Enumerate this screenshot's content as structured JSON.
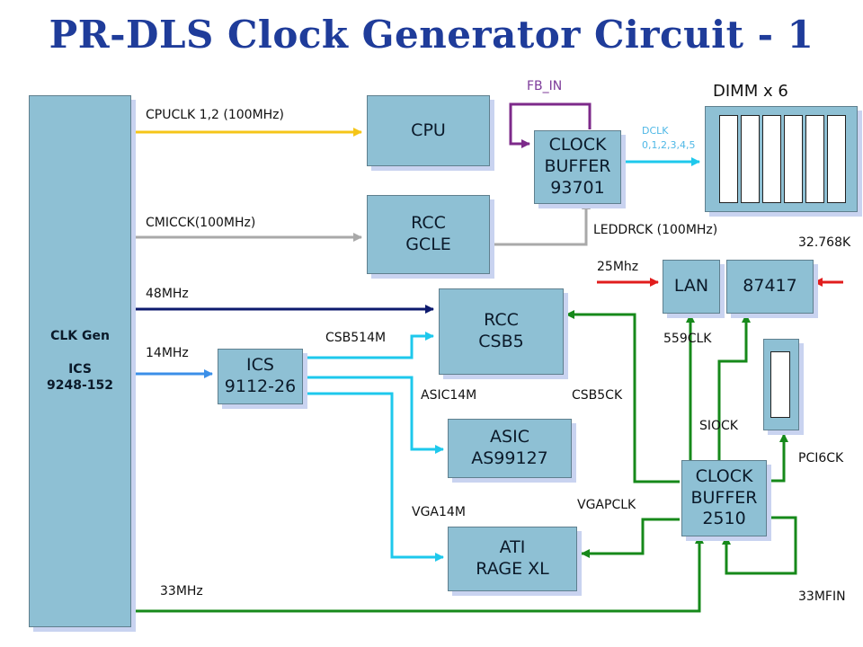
{
  "title": "PR-DLS Clock Generator Circuit - 1",
  "clkgen": {
    "line1": "CLK Gen",
    "line2": "ICS",
    "line3": "9248-152"
  },
  "blocks": {
    "cpu": [
      "CPU"
    ],
    "rcc_gcle": [
      "RCC",
      "GCLE"
    ],
    "rcc_csb5": [
      "RCC",
      "CSB5"
    ],
    "ics": [
      "ICS",
      "9112-26"
    ],
    "asic": [
      "ASIC",
      "AS99127"
    ],
    "ati": [
      "ATI",
      "RAGE XL"
    ],
    "clock_buffer_93701": [
      "CLOCK",
      "BUFFER",
      "93701"
    ],
    "clock_buffer_2510": [
      "CLOCK",
      "BUFFER",
      "2510"
    ],
    "lan": [
      "LAN"
    ],
    "chip_87417": [
      "87417"
    ]
  },
  "labels": {
    "cpuclk": "CPUCLK 1,2 (100MHz)",
    "cmicck": "CMICCK(100MHz)",
    "mhz48": "48MHz",
    "mhz14": "14MHz",
    "mhz33": "33MHz",
    "csb514m": "CSB514M",
    "asic14m": "ASIC14M",
    "vga14m": "VGA14M",
    "csb5ck": "CSB5CK",
    "vgapclk": "VGAPCLK",
    "fb_in": "FB_IN",
    "dclk_line1": "DCLK",
    "dclk_line2": "0,1,2,3,4,5",
    "leddrck": "LEDDRCK (100MHz)",
    "dimm": "DIMM x 6",
    "mhz25": "25Mhz",
    "k32768": "32.768K",
    "clk559": "559CLK",
    "siock": "SIOCK",
    "pci6ck": "PCI6CK",
    "mfin33": "33MFIN"
  },
  "colors": {
    "title": "#1f3c9a",
    "block_fill": "#8ec0d4",
    "cpuclk_line": "#f5c518",
    "cmicck_line": "#a9a9a9",
    "mhz48_line": "#0d1a6e",
    "mhz14_line": "#3b8fe8",
    "ics_out_line": "#1ec8ec",
    "pci_line": "#16891a",
    "fb_in_line": "#7d2a8a",
    "dclk_line": "#1ec8ec",
    "red_input": "#e11d1d"
  }
}
